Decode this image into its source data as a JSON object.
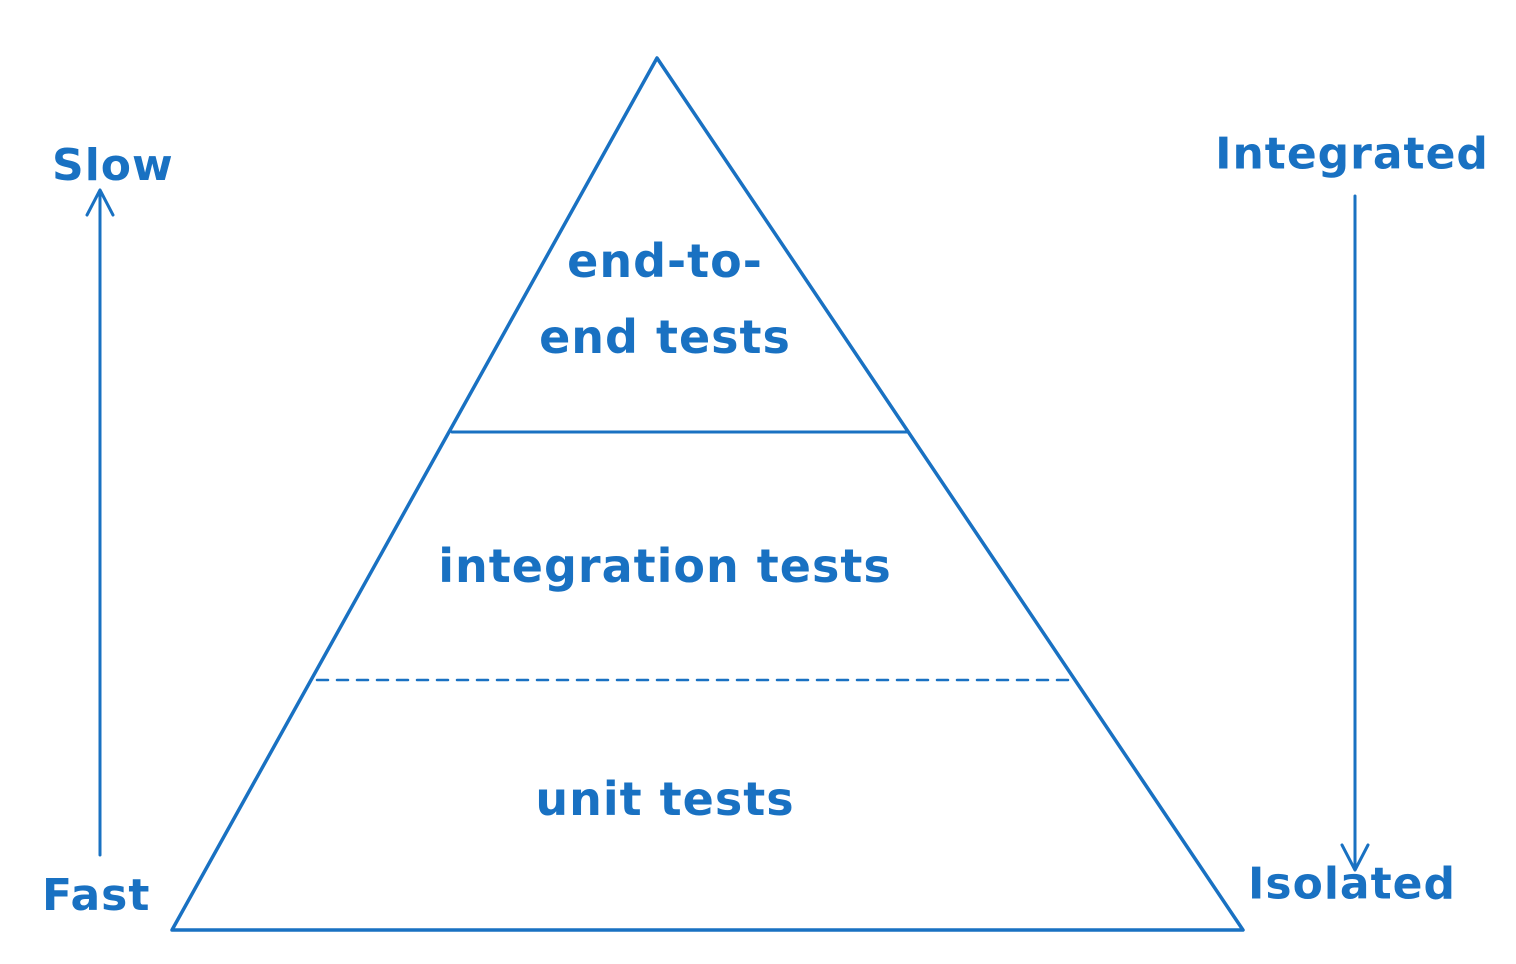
{
  "colors": {
    "accent": "#1971c2",
    "background": "#ffffff"
  },
  "pyramid": {
    "levels": [
      {
        "id": "e2e",
        "label": "end-to-\nend tests"
      },
      {
        "id": "integration",
        "label": "integration tests"
      },
      {
        "id": "unit",
        "label": "unit tests"
      }
    ],
    "dividers": [
      {
        "between": "e2e/integration",
        "style": "solid"
      },
      {
        "between": "integration/unit",
        "style": "dashed"
      }
    ]
  },
  "axes": {
    "left": {
      "top_label": "Slow",
      "bottom_label": "Fast",
      "arrow_direction": "up"
    },
    "right": {
      "top_label": "Integrated",
      "bottom_label": "Isolated",
      "arrow_direction": "down"
    }
  }
}
